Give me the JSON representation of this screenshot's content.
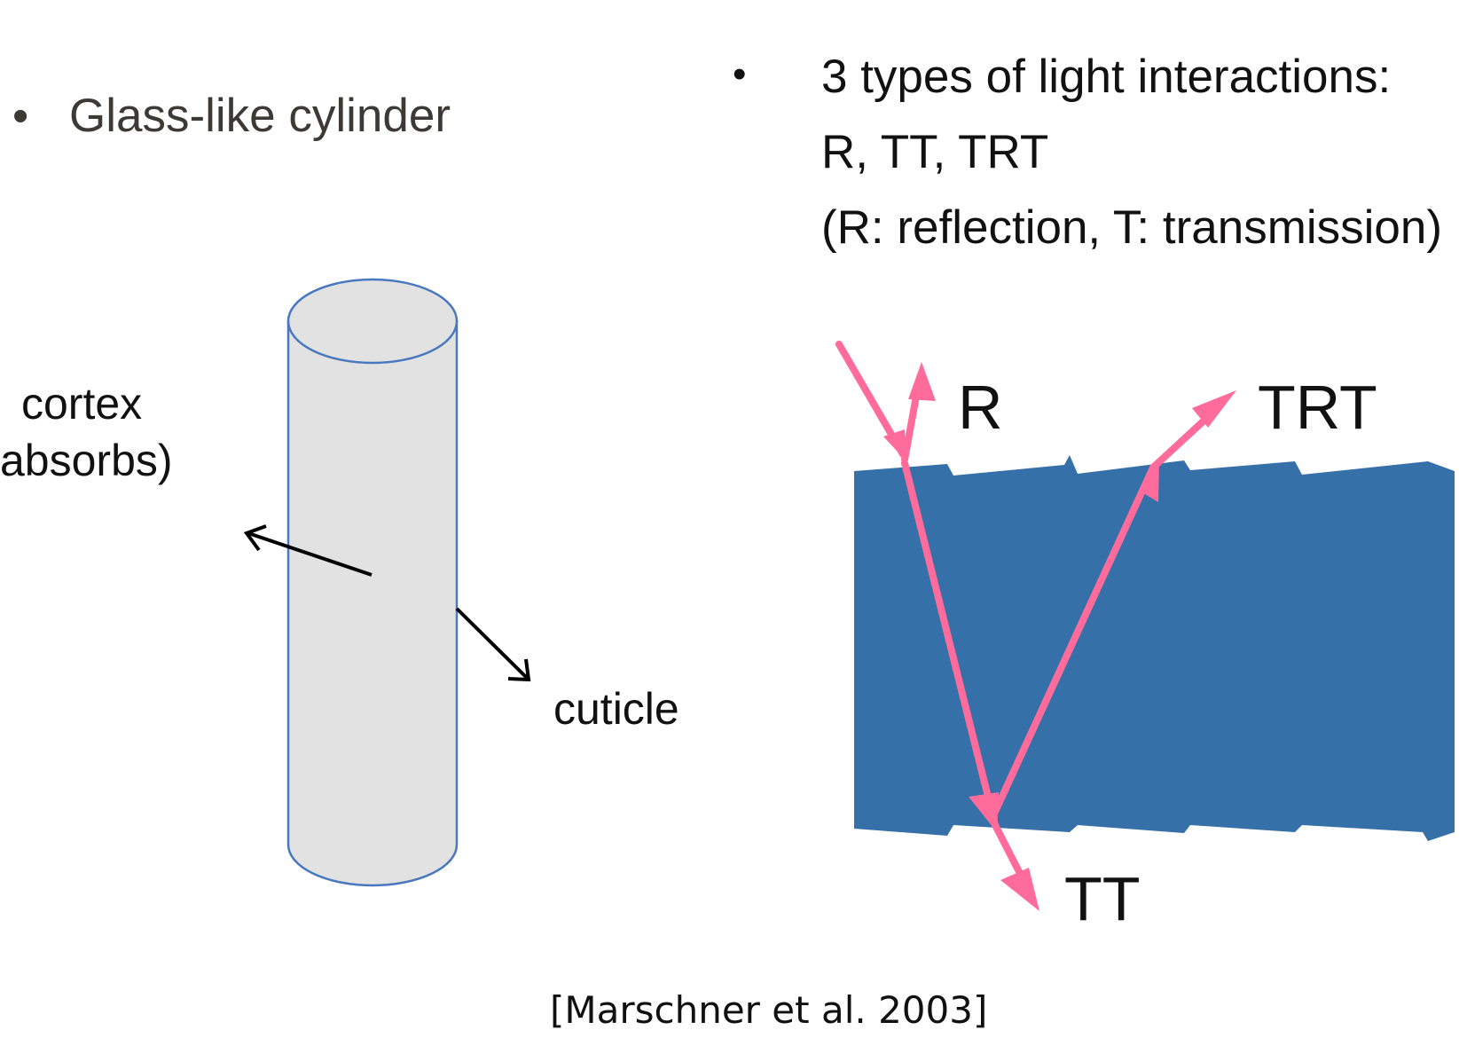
{
  "left_panel": {
    "bullet": "•",
    "heading": "Glass-like cylinder",
    "cortex_label_line1": "cortex",
    "cortex_label_line2": "absorbs)",
    "cuticle_label": "cuticle"
  },
  "right_panel": {
    "bullet": "•",
    "line1": "3 types of light interactions:",
    "line2": "R, TT, TRT",
    "line3": "(R: reflection, T: transmission)",
    "ray_labels": {
      "r": "R",
      "trt": "TRT",
      "tt": "TT"
    }
  },
  "citation": "[Marschner et al. 2003]",
  "colors": {
    "cylinder_fill": "#e2e2e2",
    "cylinder_outline": "#4a78c0",
    "fiber_fill": "#3670a8",
    "ray_color": "#ff6b9a",
    "arrow_color": "#000000"
  }
}
